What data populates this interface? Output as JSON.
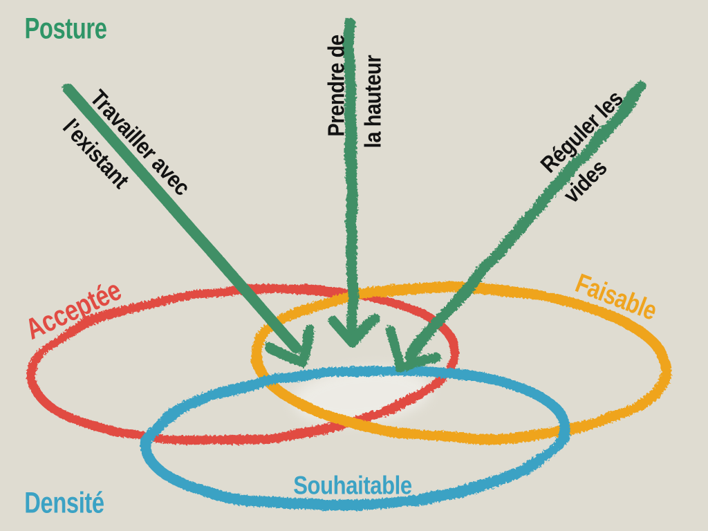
{
  "colors": {
    "background": "#DFDCD1",
    "green_arrow": "#418F66",
    "green_text": "#2F9567",
    "red": "#E14B43",
    "yellow": "#EFA41F",
    "blue": "#3BA2C4",
    "black_text": "#121212"
  },
  "corner_labels": {
    "top_left": "Posture",
    "bottom_left": "Densité"
  },
  "venn": {
    "sets": [
      {
        "id": "acceptee",
        "label": "Acceptée",
        "color": "#E14B43"
      },
      {
        "id": "faisable",
        "label": "Faisable",
        "color": "#EFA41F"
      },
      {
        "id": "souhaitable",
        "label": "Souhaitable",
        "color": "#3BA2C4"
      }
    ]
  },
  "arrows": [
    {
      "id": "left",
      "line1": "Travailler avec",
      "line2": "l’existant"
    },
    {
      "id": "middle",
      "line1": "Prendre de",
      "line2": "la hauteur"
    },
    {
      "id": "right",
      "line1": "Réguler les",
      "line2": "vides"
    }
  ]
}
